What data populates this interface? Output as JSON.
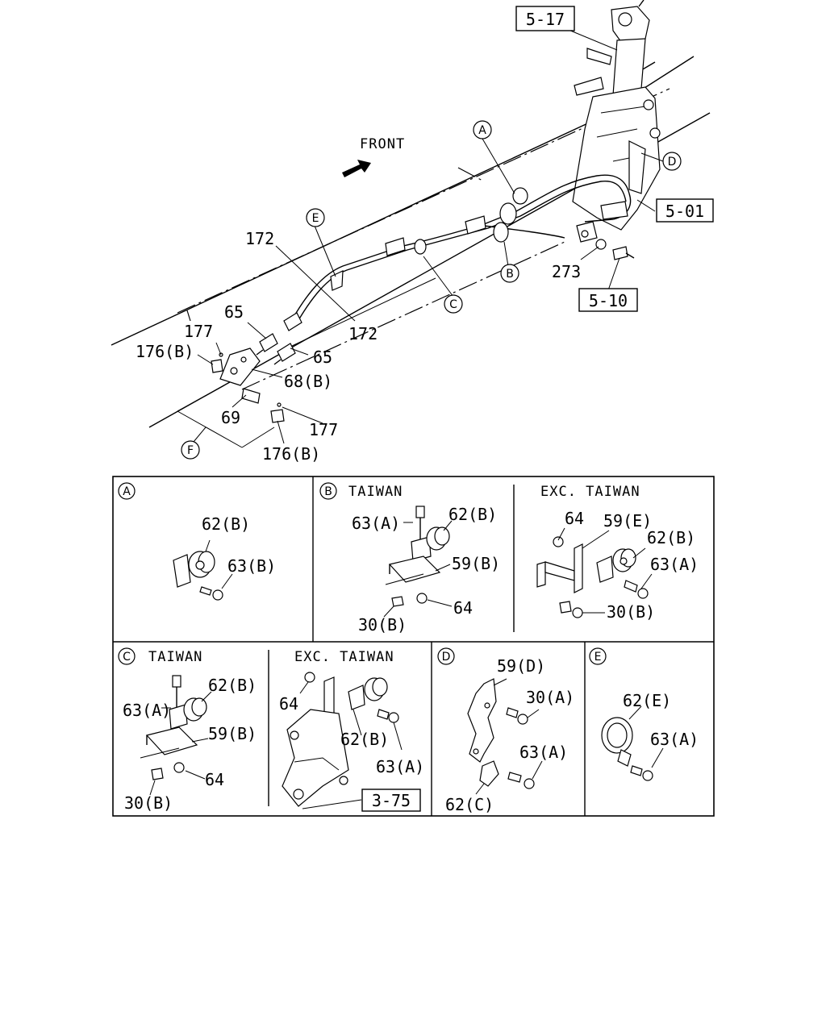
{
  "main_view": {
    "front_label": "FRONT",
    "refs": {
      "r517": "5-17",
      "r501": "5-01",
      "r510": "5-10"
    },
    "callouts": {
      "a": "A",
      "b": "B",
      "c": "C",
      "d": "D",
      "e": "E",
      "f": "F"
    },
    "labels": {
      "n172a": "172",
      "n172b": "172",
      "n65a": "65",
      "n65b": "65",
      "n177a": "177",
      "n177b": "177",
      "n176a": "176(B)",
      "n176b": "176(B)",
      "n68": "68(B)",
      "n69": "69",
      "n273": "273"
    }
  },
  "detail_a": {
    "letter": "A",
    "parts": {
      "p62": "62(B)",
      "p63": "63(B)"
    }
  },
  "detail_b_taiwan": {
    "letter": "B",
    "title": "TAIWAN",
    "parts": {
      "p63": "63(A)",
      "p62": "62(B)",
      "p59": "59(B)",
      "p64": "64",
      "p30": "30(B)"
    }
  },
  "detail_b_exc": {
    "title": "EXC. TAIWAN",
    "parts": {
      "p64": "64",
      "p59": "59(E)",
      "p62": "62(B)",
      "p63": "63(A)",
      "p30": "30(B)"
    }
  },
  "detail_c_taiwan": {
    "letter": "C",
    "title": "TAIWAN",
    "parts": {
      "p62": "62(B)",
      "p63": "63(A)",
      "p59": "59(B)",
      "p64": "64",
      "p30": "30(B)"
    }
  },
  "detail_c_exc": {
    "title": "EXC. TAIWAN",
    "parts": {
      "p64": "64",
      "p62": "62(B)",
      "p63": "63(A)",
      "ref": "3-75"
    }
  },
  "detail_d": {
    "letter": "D",
    "parts": {
      "p59": "59(D)",
      "p30": "30(A)",
      "p63": "63(A)",
      "p62": "62(C)"
    }
  },
  "detail_e": {
    "letter": "E",
    "parts": {
      "p62": "62(E)",
      "p63": "63(A)"
    }
  }
}
